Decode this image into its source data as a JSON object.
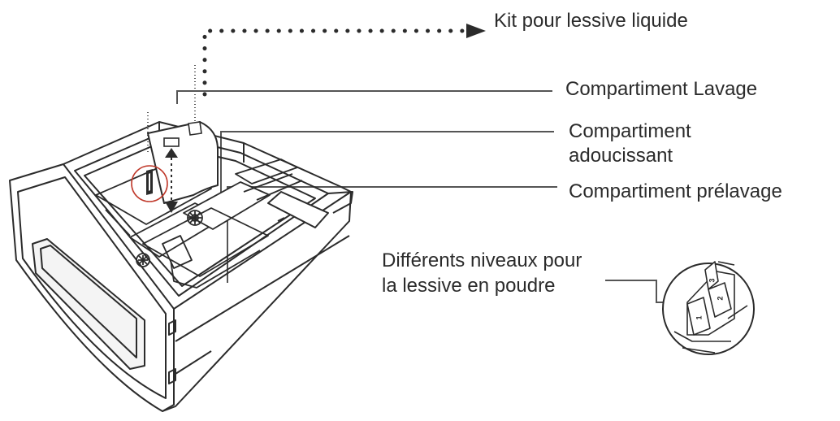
{
  "labels": {
    "liquid_kit": "Kit pour lessive liquide",
    "wash_compartment": "Compartiment Lavage",
    "softener_line1": "Compartiment",
    "softener_line2": "adoucissant",
    "prewash_compartment": "Compartiment prélavage",
    "powder_levels_line1": "Différents niveaux pour",
    "powder_levels_line2": "la lessive en poudre"
  },
  "level_marks": [
    "3",
    "2",
    "1"
  ],
  "colors": {
    "line": "#2b2b2b",
    "leader": "#555555",
    "highlight_circle": "#c0392b"
  }
}
